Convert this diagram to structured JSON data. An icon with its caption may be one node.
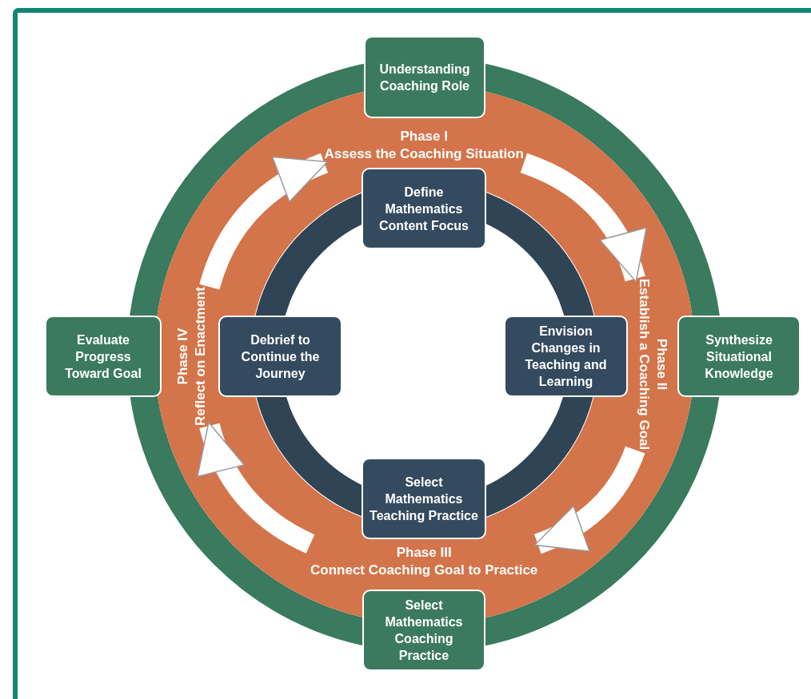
{
  "diagram": {
    "nodes": [
      {
        "text": [
          "Understanding Coaching Role"
        ]
      },
      {
        "text": [
          "Phase I",
          "Assess the Coaching Situation"
        ]
      },
      {
        "text": [
          "Define Mathematics Content Focus"
        ]
      },
      {
        "text": [
          "Evaluate Progress Toward Goal"
        ]
      },
      {
        "text": [
          "Phase IV",
          "Reflect on Enactment"
        ]
      },
      {
        "text": [
          "Debrief to Continue the Journey"
        ]
      },
      {
        "text": [
          "Envision Changes in Teaching and Learning"
        ]
      },
      {
        "text": [
          "Phase II",
          "Establish a Coaching Goal"
        ]
      },
      {
        "text": [
          "Synthesize Situational Knowledge"
        ]
      },
      {
        "text": [
          "Select Mathematics Teaching Practice"
        ]
      },
      {
        "text": [
          "Phase III",
          "Connect Coaching Goal to Practice"
        ]
      },
      {
        "text": [
          "Select Mathematics Coaching Practice"
        ]
      }
    ],
    "edges": [
      {
        "from": 4,
        "to": 1,
        "arrow": "to"
      },
      {
        "from": 1,
        "to": 7,
        "arrow": "to"
      },
      {
        "from": 7,
        "to": 10,
        "arrow": "to"
      },
      {
        "from": 10,
        "to": 4,
        "arrow": "to"
      }
    ]
  }
}
